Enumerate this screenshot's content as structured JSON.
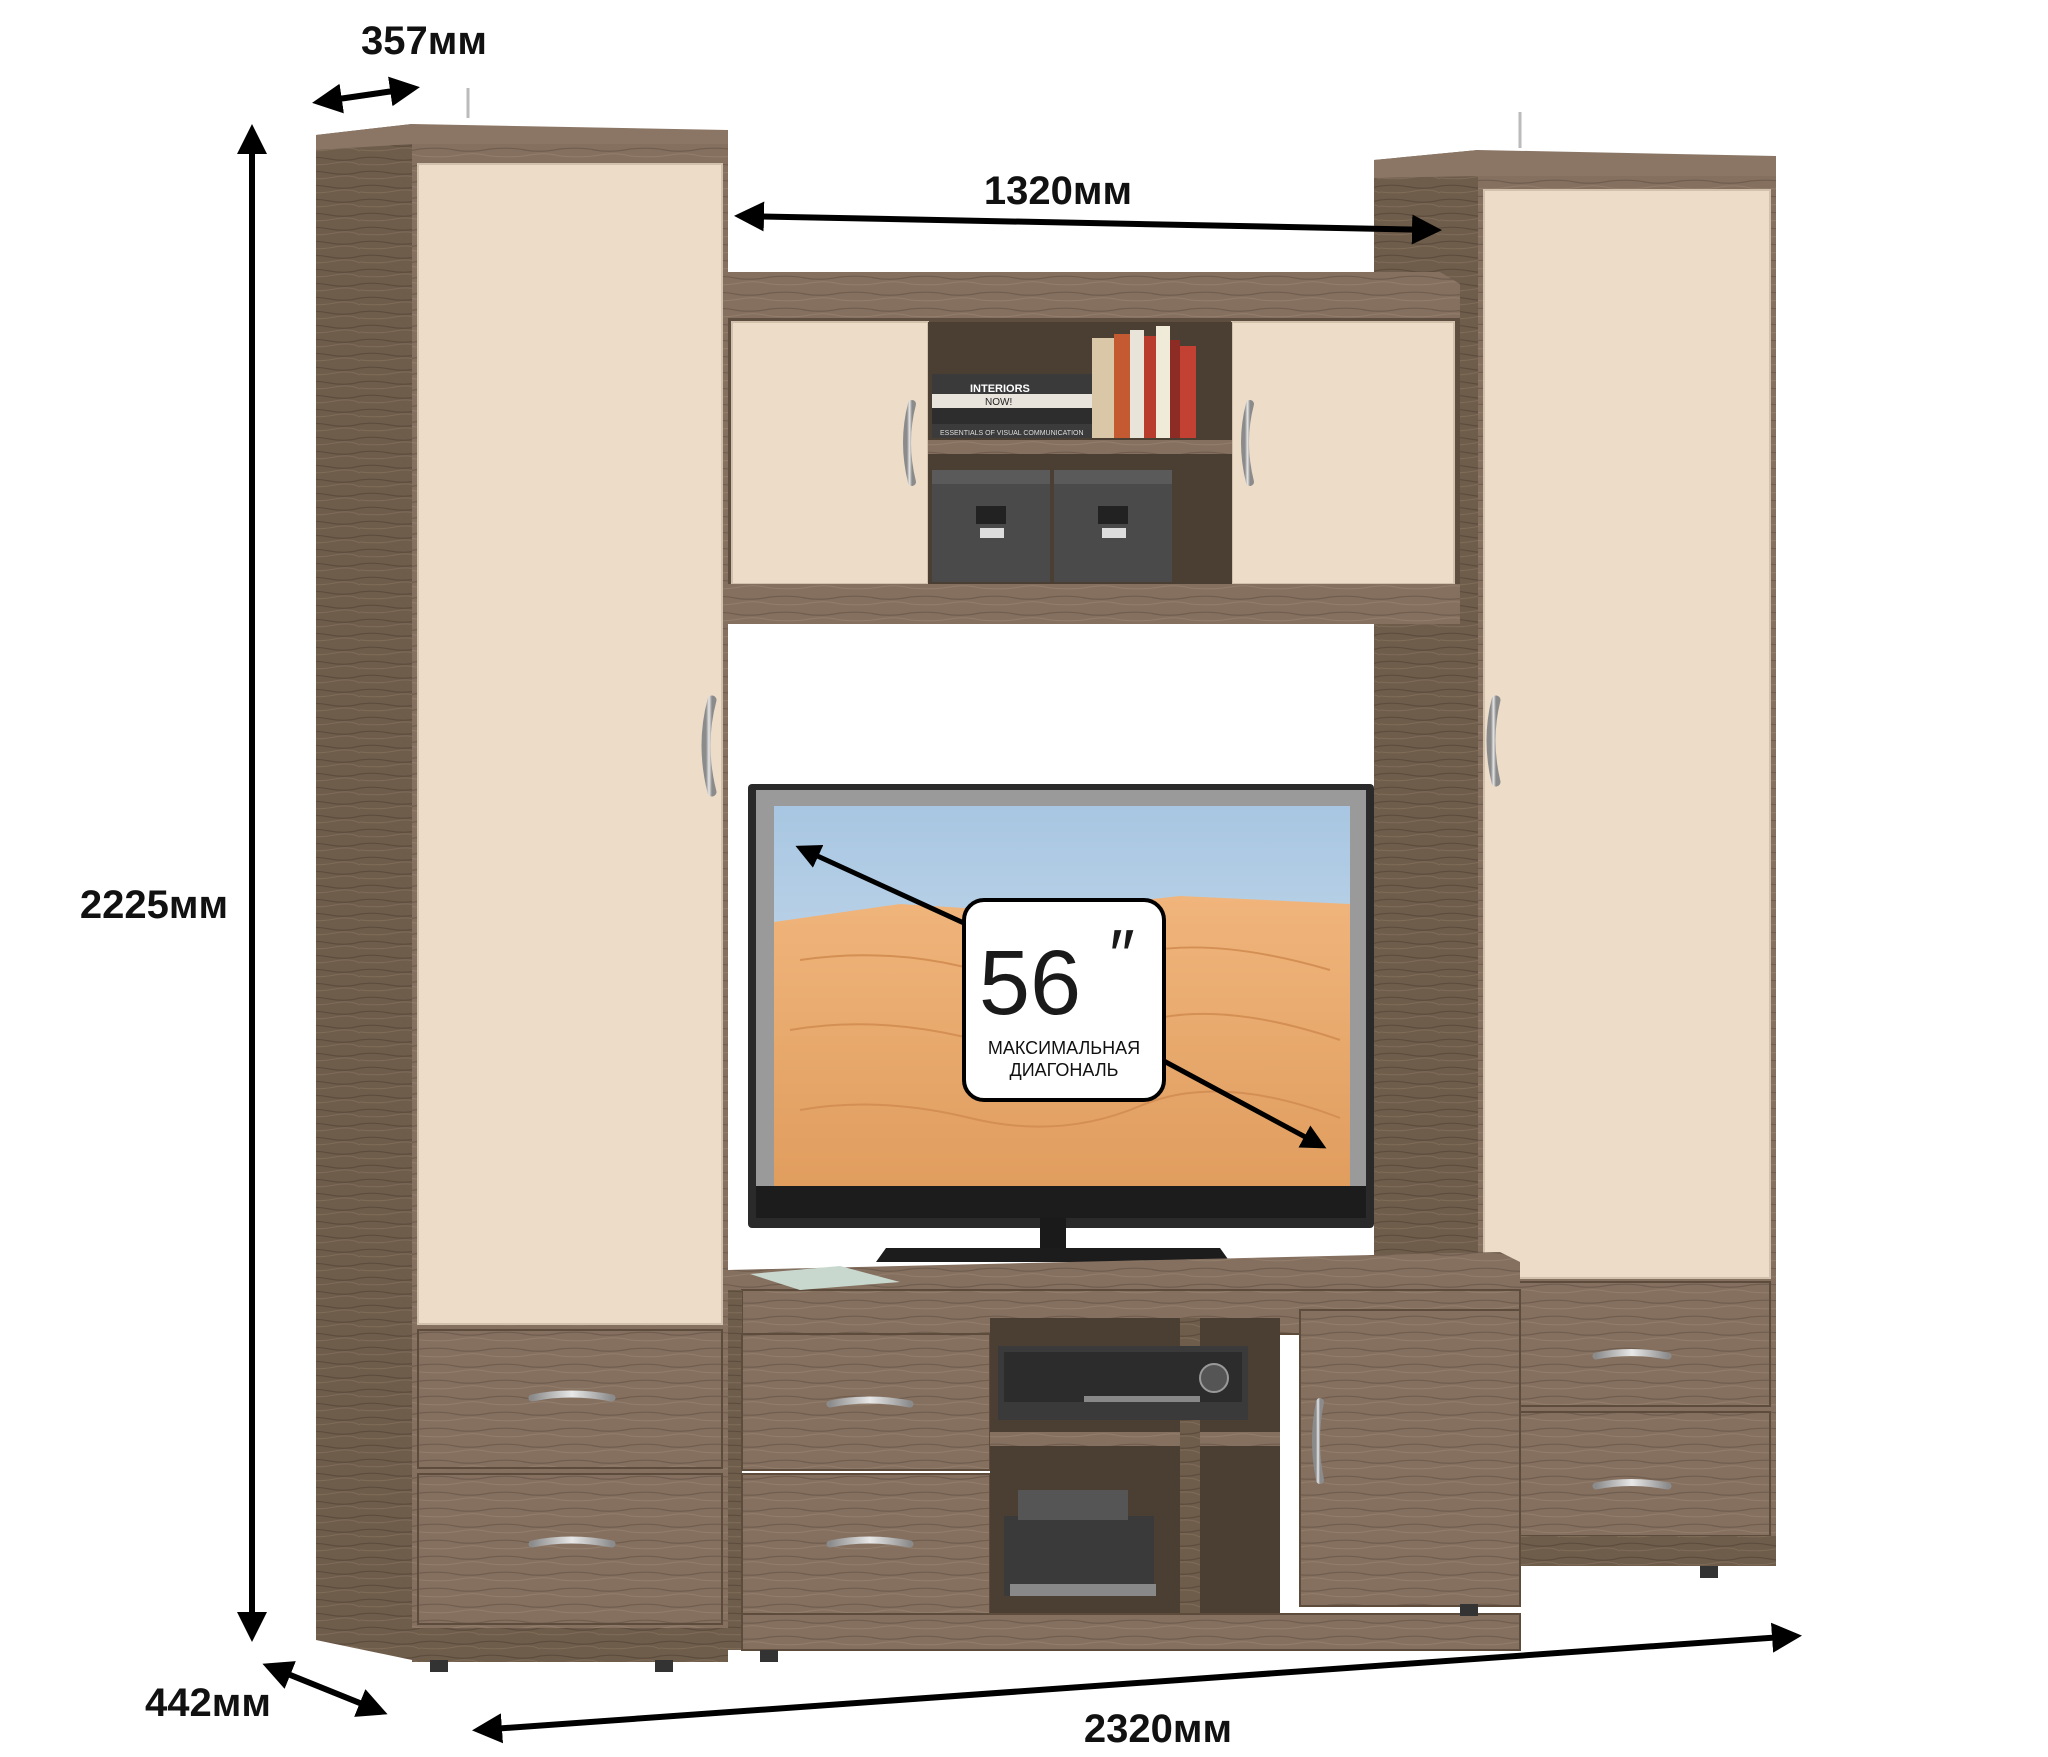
{
  "dimensions": {
    "depth_top": "357мм",
    "inner_width": "1320мм",
    "height": "2225мм",
    "depth_bottom": "442мм",
    "total_width": "2320мм"
  },
  "tv_callout": {
    "size": "56",
    "unit_mark": "″",
    "caption_line1": "МАКСИМАЛЬНАЯ",
    "caption_line2": "ДИАГОНАЛЬ"
  },
  "book_spines": {
    "book1": "INTERIORS",
    "book1_sub": "NOW!",
    "book2": "ESSENTIALS OF VISUAL COMMUNICATION"
  },
  "colors": {
    "wood_dark": "#6e5c4a",
    "wood_mid": "#8a7562",
    "cream": "#ecdcc8",
    "tv_frame": "#2a2a2a",
    "sky": "#b9d3e8",
    "sand": "#e8a86a",
    "arrow": "#000000"
  },
  "icons": [
    "double-arrow-icon",
    "door-handle-icon",
    "drawer-handle-icon"
  ]
}
